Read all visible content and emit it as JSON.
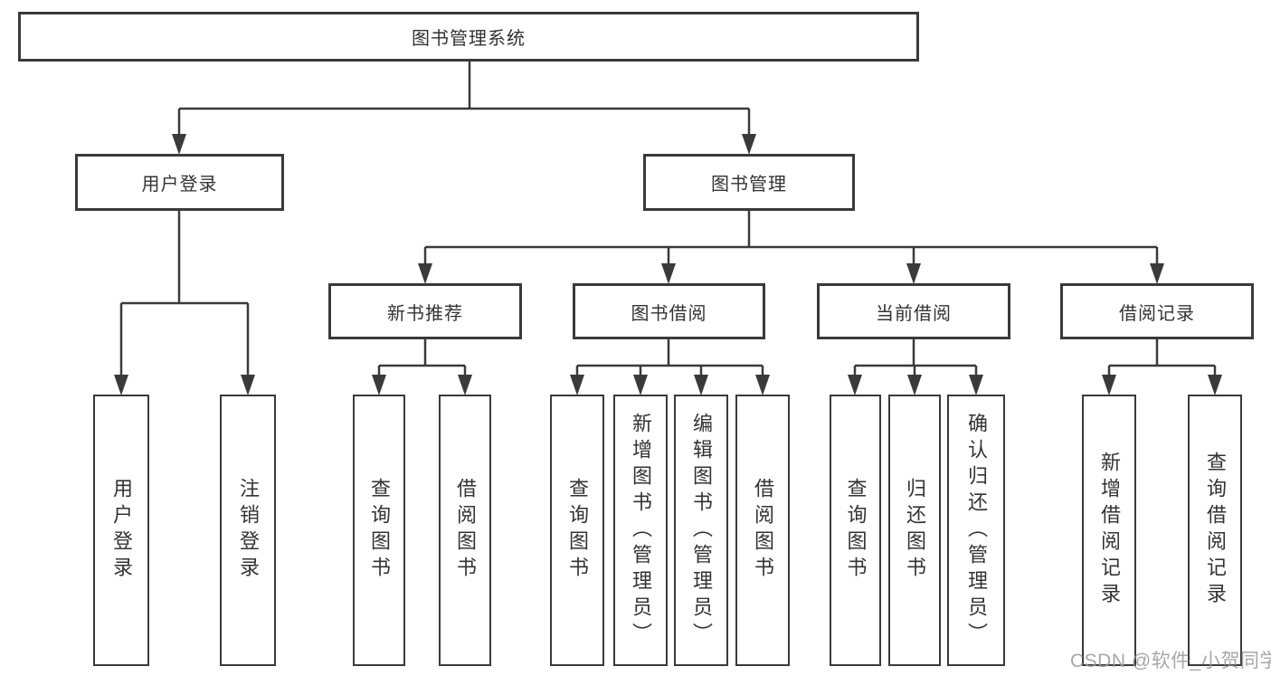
{
  "tree": {
    "root": {
      "label": "图书管理系统"
    },
    "children": [
      {
        "label": "用户登录",
        "children": [
          {
            "label": "用户登录"
          },
          {
            "label": "注销登录"
          }
        ]
      },
      {
        "label": "图书管理",
        "children": [
          {
            "label": "新书推荐",
            "children": [
              {
                "label": "查询图书"
              },
              {
                "label": "借阅图书"
              }
            ]
          },
          {
            "label": "图书借阅",
            "children": [
              {
                "label": "查询图书"
              },
              {
                "label": "新增图书（管理员）"
              },
              {
                "label": "编辑图书（管理员）"
              },
              {
                "label": "借阅图书"
              }
            ]
          },
          {
            "label": "当前借阅",
            "children": [
              {
                "label": "查询图书"
              },
              {
                "label": "归还图书"
              },
              {
                "label": "确认归还（管理员）"
              }
            ]
          },
          {
            "label": "借阅记录",
            "children": [
              {
                "label": "新增借阅记录"
              },
              {
                "label": "查询借阅记录"
              }
            ]
          }
        ]
      }
    ]
  },
  "watermark": {
    "text": "CSDN @软件_小贺同学"
  },
  "colors": {
    "line": "#3a3a3a",
    "text": "#333333",
    "background": "#ffffff",
    "watermark": "#9c9c9c"
  }
}
